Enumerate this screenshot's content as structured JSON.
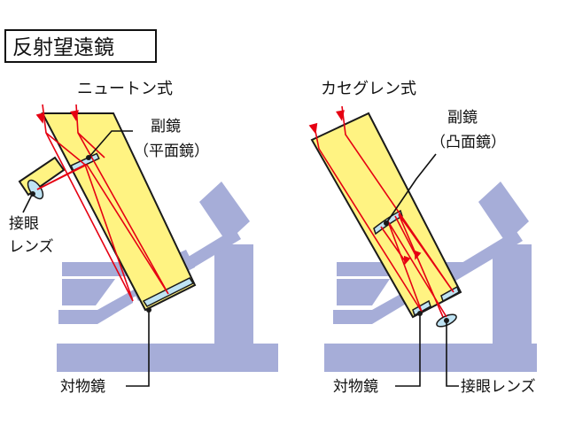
{
  "title": "反射望遠鏡",
  "colors": {
    "mount": "#A6ADD8",
    "tube": "#FFF382",
    "tube_outline": "#1a1a1a",
    "mirror": "#BFE3F3",
    "ray": "#E60012",
    "text": "#111111"
  },
  "newton": {
    "name": "ニュートン式",
    "secondary_label_1": "副鏡",
    "secondary_label_2": "（平面鏡）",
    "eyepiece_label_1": "接眼",
    "eyepiece_label_2": "レンズ",
    "objective_label": "対物鏡"
  },
  "cassegrain": {
    "name": "カセグレン式",
    "secondary_label_1": "副鏡",
    "secondary_label_2": "（凸面鏡）",
    "objective_label": "対物鏡",
    "eyepiece_label": "接眼レンズ"
  }
}
